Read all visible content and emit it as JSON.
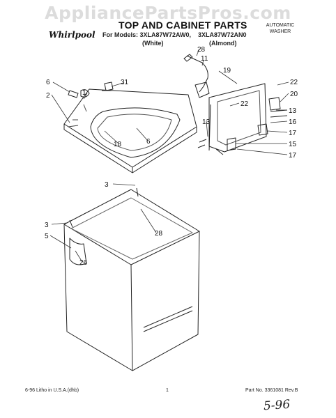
{
  "watermark": "AppliancePartsPros.com",
  "header": {
    "brand": "Whirlpool",
    "title": "TOP AND CABINET PARTS",
    "models_prefix": "For Models: 3XLA87W72AW0,",
    "model_second": "3XLA87W72AN0",
    "color_first": "(White)",
    "color_second": "(Almond)",
    "doc_type_line1": "AUTOMATIC",
    "doc_type_line2": "WASHER"
  },
  "callouts": {
    "c28_top": "28",
    "c11": "11",
    "c19": "19",
    "c22_right": "22",
    "c20": "20",
    "c22_mid": "22",
    "c13_right": "13",
    "c16": "16",
    "c17_upper": "17",
    "c15": "15",
    "c17_lower": "17",
    "c13_left": "13",
    "c6_upper": "6",
    "c31": "31",
    "c1": "1",
    "c2": "2",
    "c18": "18",
    "c6_center": "6",
    "c3_upper": "3",
    "c3_lower": "3",
    "c28_mid": "28",
    "c5": "5",
    "c26": "26"
  },
  "footer": {
    "left": "6-96 Litho in U.S.A.(dhb)",
    "page": "1",
    "part_no": "Part No. 3361081 Rev.B",
    "handwritten": "5-96"
  }
}
